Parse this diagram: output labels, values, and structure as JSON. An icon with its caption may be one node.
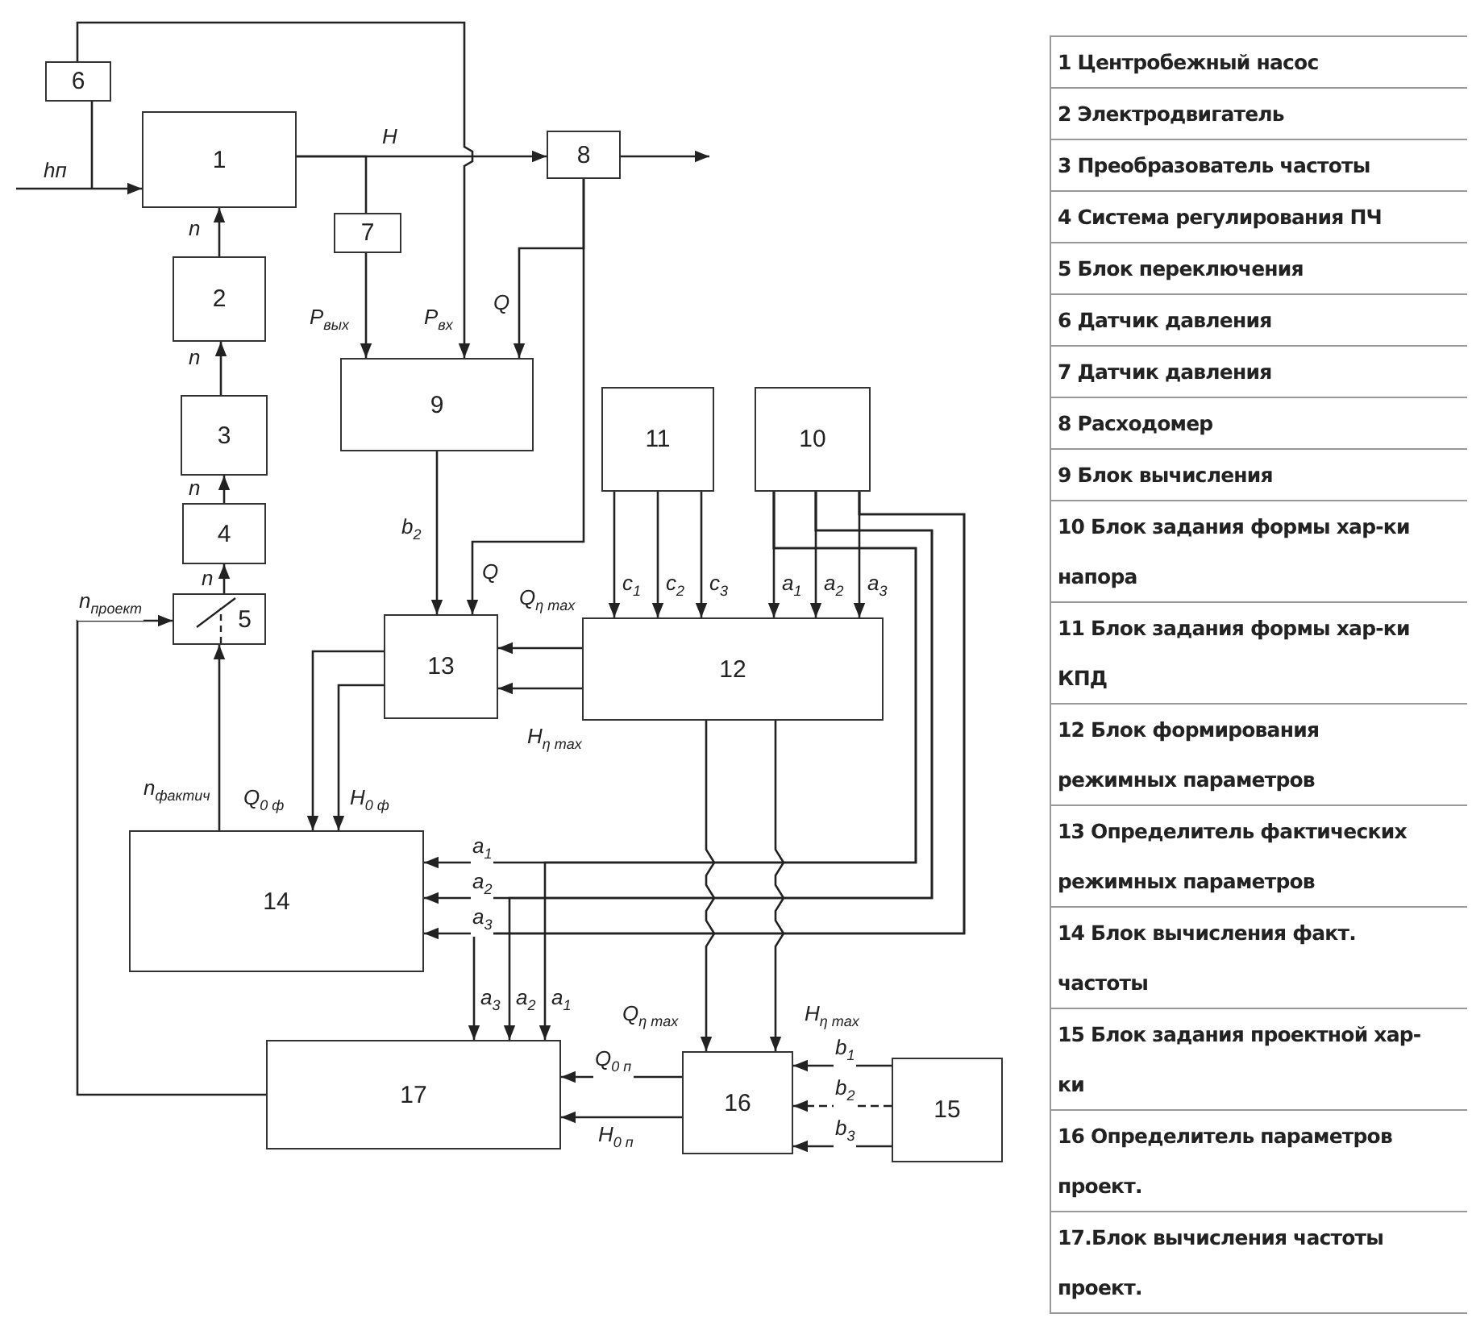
{
  "diagram": {
    "nodes": [
      {
        "text": [
          "6"
        ]
      },
      {
        "text": [
          "1"
        ]
      },
      {
        "text": [
          "7"
        ]
      },
      {
        "text": [
          "8"
        ]
      },
      {
        "text": [
          "2"
        ]
      },
      {
        "text": [
          "3"
        ]
      },
      {
        "text": [
          "9"
        ]
      },
      {
        "text": [
          "4"
        ]
      },
      {
        "text": [
          "5"
        ]
      },
      {
        "text": [
          "11"
        ]
      },
      {
        "text": [
          "10"
        ]
      },
      {
        "text": [
          "13"
        ]
      },
      {
        "text": [
          "12"
        ]
      },
      {
        "text": [
          "14"
        ]
      },
      {
        "text": [
          "17"
        ]
      },
      {
        "text": [
          "16"
        ]
      },
      {
        "text": [
          "15"
        ]
      }
    ],
    "edges": [
      {
        "from": null,
        "to": 1,
        "arrow": "to",
        "label": "hп"
      },
      {
        "from": null,
        "to": 0,
        "arrow": "none"
      },
      {
        "from": 0,
        "to": 6,
        "arrow": "to",
        "label": "P$_{вх}$"
      },
      {
        "from": 1,
        "to": 3,
        "arrow": "to",
        "label": "H"
      },
      {
        "from": 1,
        "to": 2,
        "arrow": "none"
      },
      {
        "from": 2,
        "to": 6,
        "arrow": "to",
        "label": "P$_{вых}$"
      },
      {
        "from": 3,
        "to": null,
        "arrow": "to"
      },
      {
        "from": 3,
        "to": 6,
        "arrow": "to",
        "label": "Q"
      },
      {
        "from": 3,
        "to": 11,
        "arrow": "to",
        "label": "Q"
      },
      {
        "from": 4,
        "to": 1,
        "arrow": "to",
        "label": "n"
      },
      {
        "from": 5,
        "to": 4,
        "arrow": "to",
        "label": "n"
      },
      {
        "from": 7,
        "to": 5,
        "arrow": "to",
        "label": "n"
      },
      {
        "from": 8,
        "to": 7,
        "arrow": "to",
        "label": "n"
      },
      {
        "from": 6,
        "to": 11,
        "arrow": "to",
        "label": "b$_{2}$"
      },
      {
        "from": 9,
        "to": 12,
        "arrow": "to",
        "label": "c$_{1}$"
      },
      {
        "from": 9,
        "to": 12,
        "arrow": "to",
        "label": "c$_{2}$"
      },
      {
        "from": 9,
        "to": 12,
        "arrow": "to",
        "label": "c$_{3}$"
      },
      {
        "from": 10,
        "to": 12,
        "arrow": "to",
        "label": "a$_{1}$"
      },
      {
        "from": 10,
        "to": 12,
        "arrow": "to",
        "label": "a$_{2}$"
      },
      {
        "from": 10,
        "to": 12,
        "arrow": "to",
        "label": "a$_{3}$"
      },
      {
        "from": 12,
        "to": 11,
        "arrow": "to",
        "label": "Q$_{η max}$"
      },
      {
        "from": 12,
        "to": 11,
        "arrow": "to",
        "label": "H$_{η max}$"
      },
      {
        "from": 11,
        "to": 13,
        "arrow": "to",
        "label": "Q$_{0 ф}$"
      },
      {
        "from": 11,
        "to": 13,
        "arrow": "to",
        "label": "H$_{0 ф}$"
      },
      {
        "from": 10,
        "to": 13,
        "arrow": "to",
        "label": "a$_{1}$"
      },
      {
        "from": 10,
        "to": 13,
        "arrow": "to",
        "label": "a$_{2}$"
      },
      {
        "from": 10,
        "to": 13,
        "arrow": "to",
        "label": "a$_{3}$"
      },
      {
        "from": 10,
        "to": 14,
        "arrow": "to",
        "label": "a$_{3}$"
      },
      {
        "from": 10,
        "to": 14,
        "arrow": "to",
        "label": "a$_{2}$"
      },
      {
        "from": 10,
        "to": 14,
        "arrow": "to",
        "label": "a$_{1}$"
      },
      {
        "from": 12,
        "to": 15,
        "arrow": "to",
        "label": "Q$_{η max}$"
      },
      {
        "from": 12,
        "to": 15,
        "arrow": "to",
        "label": "H$_{η max}$"
      },
      {
        "from": 15,
        "to": 14,
        "arrow": "to",
        "label": "Q$_{0 п}$"
      },
      {
        "from": 15,
        "to": 14,
        "arrow": "to",
        "label": "H$_{0 п}$"
      },
      {
        "from": 16,
        "to": 15,
        "arrow": "to",
        "label": "b$_{1}$"
      },
      {
        "from": 16,
        "to": 15,
        "arrow": "to",
        "label": "b$_{2}$",
        "style": "dashed"
      },
      {
        "from": 16,
        "to": 15,
        "arrow": "to",
        "label": "b$_{3}$"
      },
      {
        "from": 13,
        "to": 8,
        "arrow": "to",
        "label": "n$_{фактич}$"
      },
      {
        "from": 14,
        "to": 8,
        "arrow": "to",
        "label": "n$_{проект}$"
      }
    ],
    "labels": [
      "1 Центробежный насос",
      "2 Электродвигатель",
      "3 Преобразователь частоты",
      "4 Система регулирования ПЧ",
      "5 Блок переключения",
      "6 Датчик давления",
      "7 Датчик давления",
      "8 Расходомер",
      "9 Блок вычисления",
      "10 Блок задания формы хар-ки напора",
      "11 Блок задания формы хар-ки КПД",
      "12 Блок формирования режимных параметров",
      "13 Определитель фактических режимных параметров",
      "14 Блок вычисления факт. частоты",
      "15 Блок задания проектной хар-ки",
      "16 Определитель параметров проект.",
      "17.Блок вычисления частоты проект."
    ]
  }
}
